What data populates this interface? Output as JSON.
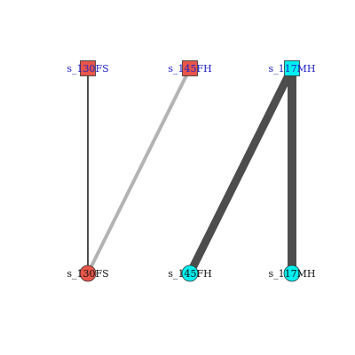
{
  "colors": {
    "background": "#ffffff",
    "node_red": "#e8564a",
    "node_cyan": "#00f0f0",
    "node_stroke": "#333333",
    "edge_dark": "#4d4d4d",
    "edge_light": "#b3b3b3",
    "label_top": "#2020c8",
    "label_bottom": "#111111"
  },
  "diagram": {
    "top_nodes": [
      {
        "id": "t1",
        "label": "s_130FS",
        "shape": "square",
        "color": "#e8564a"
      },
      {
        "id": "t2",
        "label": "s_145FH",
        "shape": "square",
        "color": "#e8564a"
      },
      {
        "id": "t3",
        "label": "s_117MH",
        "shape": "square",
        "color": "#00f0f0"
      }
    ],
    "bottom_nodes": [
      {
        "id": "b1",
        "label": "s_130FS",
        "shape": "circle",
        "color": "#e8564a"
      },
      {
        "id": "b2",
        "label": "s_145FH",
        "shape": "circle",
        "color": "#00f0f0"
      },
      {
        "id": "b3",
        "label": "s_117MH",
        "shape": "circle",
        "color": "#00f0f0"
      }
    ],
    "edges": [
      {
        "from": "t1",
        "to": "b1",
        "color": "#4d4d4d",
        "weight": 2
      },
      {
        "from": "t2",
        "to": "b1",
        "color": "#b3b3b3",
        "weight": 4
      },
      {
        "from": "t3",
        "to": "b2",
        "color": "#4d4d4d",
        "weight": 9
      },
      {
        "from": "t3",
        "to": "b3",
        "color": "#4d4d4d",
        "weight": 10
      }
    ]
  }
}
